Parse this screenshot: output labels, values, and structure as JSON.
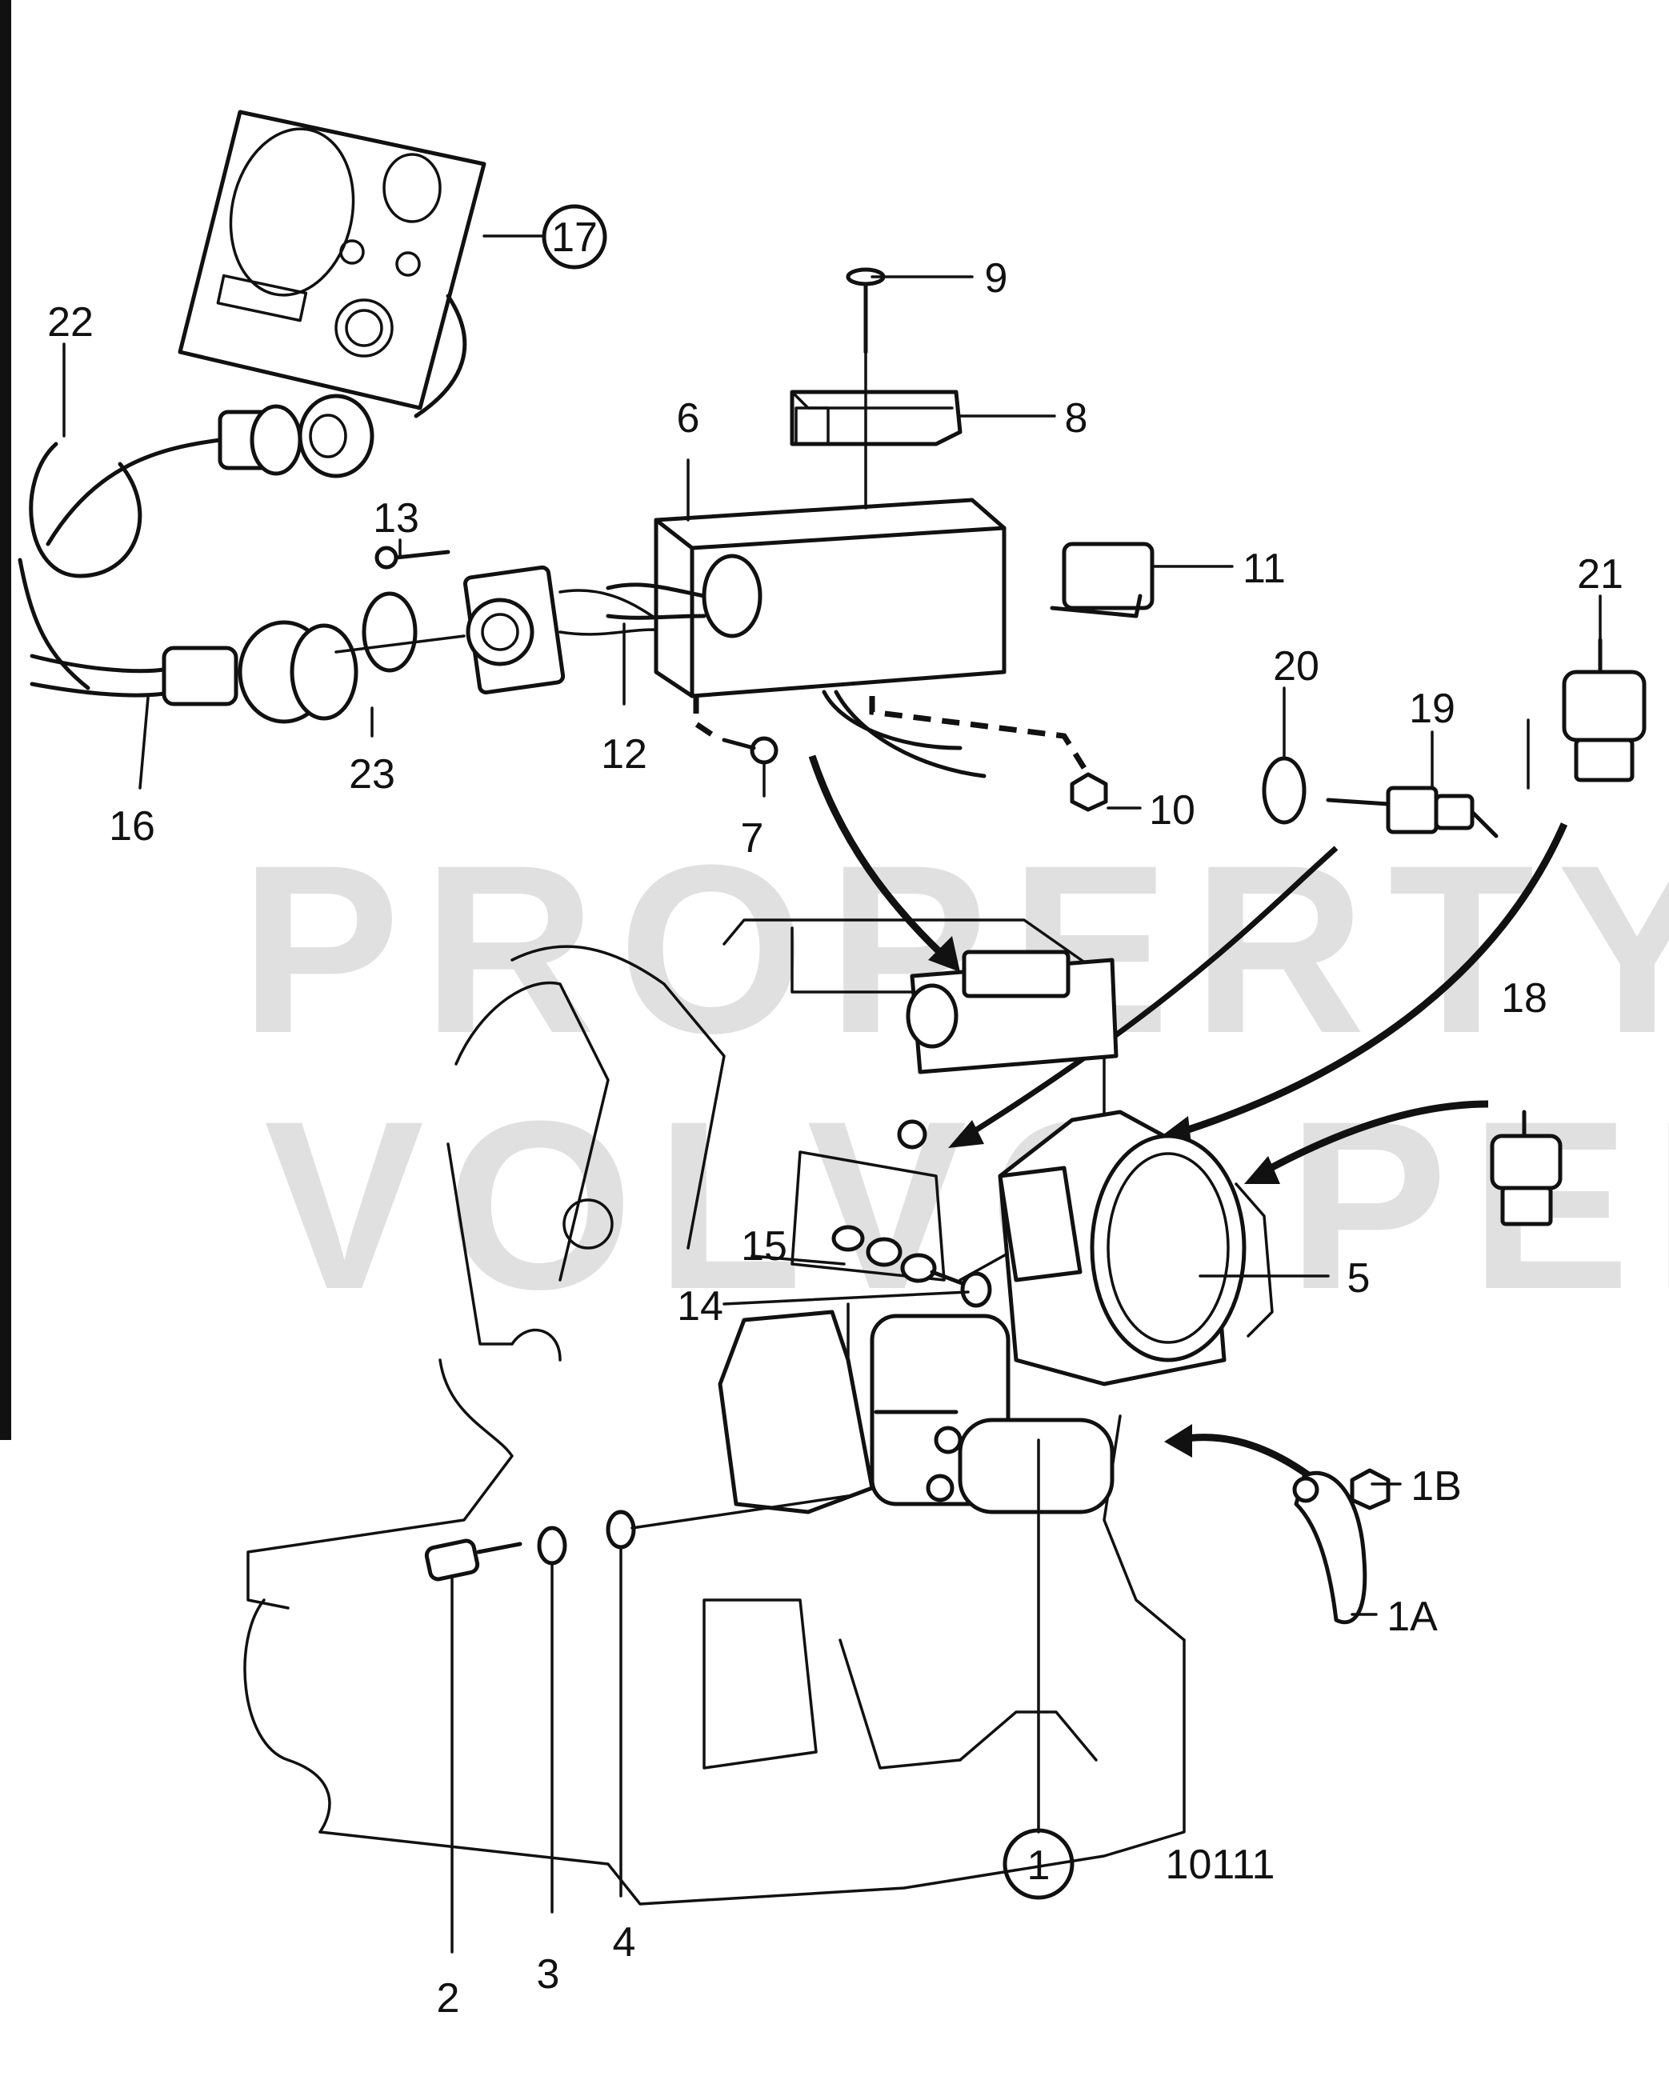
{
  "watermark": {
    "line1": "PROPERTY OF",
    "line2": "VOLVO PENTA"
  },
  "figure_number": "10111",
  "callouts": [
    {
      "id": "1",
      "label": "1",
      "circled": true
    },
    {
      "id": "1a",
      "label": "1A",
      "circled": false
    },
    {
      "id": "1b",
      "label": "1B",
      "circled": false
    },
    {
      "id": "2",
      "label": "2",
      "circled": false
    },
    {
      "id": "3",
      "label": "3",
      "circled": false
    },
    {
      "id": "4",
      "label": "4",
      "circled": false
    },
    {
      "id": "5",
      "label": "5",
      "circled": false
    },
    {
      "id": "6",
      "label": "6",
      "circled": false
    },
    {
      "id": "7",
      "label": "7",
      "circled": false
    },
    {
      "id": "8",
      "label": "8",
      "circled": false
    },
    {
      "id": "9",
      "label": "9",
      "circled": false
    },
    {
      "id": "10",
      "label": "10",
      "circled": false
    },
    {
      "id": "11",
      "label": "11",
      "circled": false
    },
    {
      "id": "12",
      "label": "12",
      "circled": false
    },
    {
      "id": "13",
      "label": "13",
      "circled": false
    },
    {
      "id": "14",
      "label": "14",
      "circled": false
    },
    {
      "id": "15",
      "label": "15",
      "circled": false
    },
    {
      "id": "16",
      "label": "16",
      "circled": false
    },
    {
      "id": "17",
      "label": "17",
      "circled": true
    },
    {
      "id": "18",
      "label": "18",
      "circled": false
    },
    {
      "id": "19",
      "label": "19",
      "circled": false
    },
    {
      "id": "20",
      "label": "20",
      "circled": false
    },
    {
      "id": "21",
      "label": "21",
      "circled": false
    },
    {
      "id": "22",
      "label": "22",
      "circled": false
    },
    {
      "id": "23",
      "label": "23",
      "circled": false
    }
  ]
}
